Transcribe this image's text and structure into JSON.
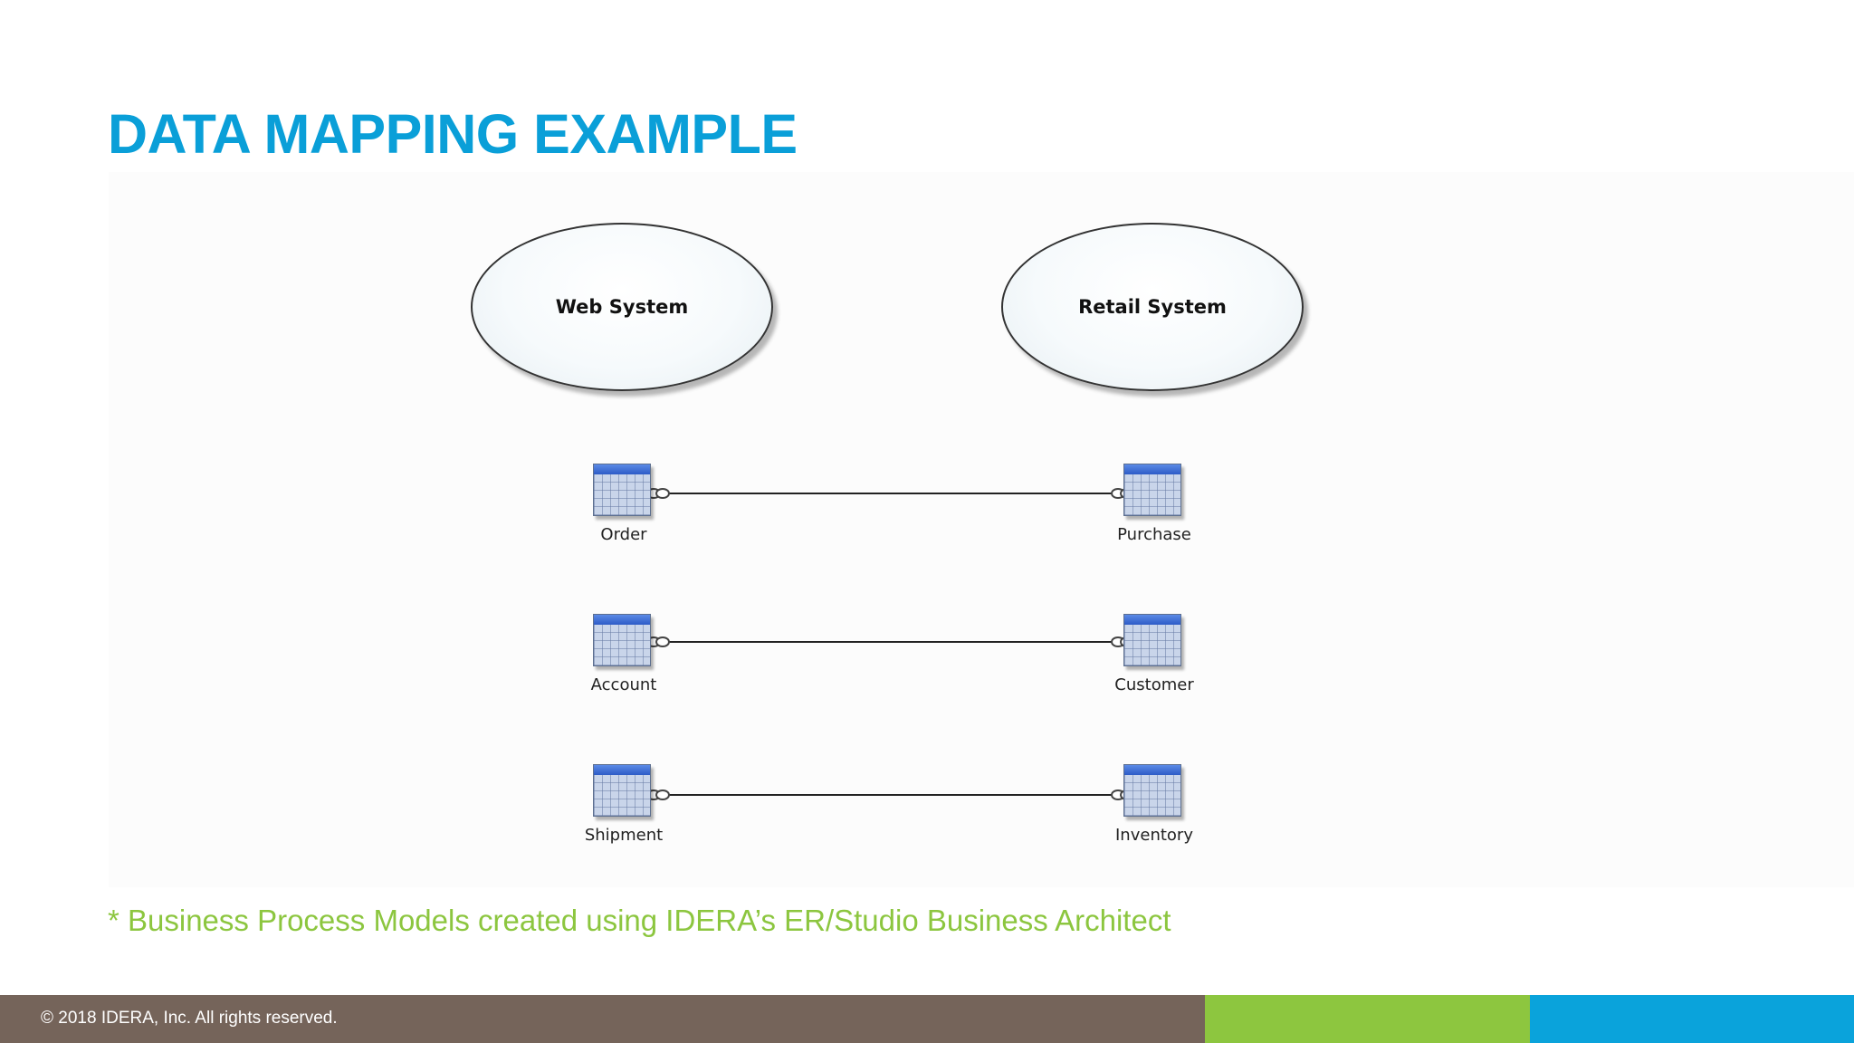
{
  "slide": {
    "title": "DATA MAPPING EXAMPLE",
    "title_color": "#0a9fd8",
    "footnote": "* Business Process Models created using IDERA’s ER/Studio Business Architect",
    "footnote_color": "#8cc63f"
  },
  "diagram": {
    "systems": {
      "left": {
        "label": "Web System"
      },
      "right": {
        "label": "Retail System"
      }
    },
    "mappings": [
      {
        "source": "Order",
        "target": "Purchase"
      },
      {
        "source": "Account",
        "target": "Customer"
      },
      {
        "source": "Shipment",
        "target": "Inventory"
      }
    ],
    "entity_icon": "table-icon",
    "connector_icon": "link-icon"
  },
  "footer": {
    "copyright": "© 2018 IDERA, Inc. All rights reserved.",
    "colors": [
      "#75645a",
      "#8dc63f",
      "#0aa3db"
    ]
  }
}
